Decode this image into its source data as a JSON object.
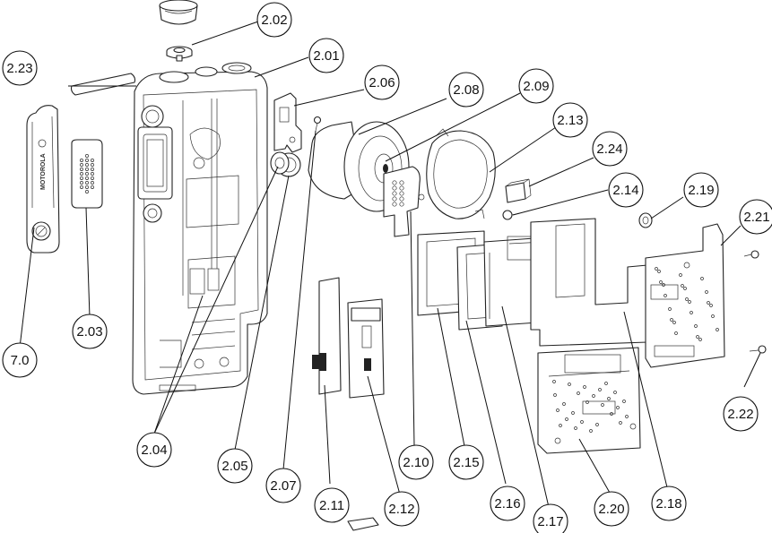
{
  "diagram": {
    "callouts": [
      {
        "id": "2.01",
        "label": "2.01"
      },
      {
        "id": "2.02",
        "label": "2.02"
      },
      {
        "id": "2.03",
        "label": "2.03"
      },
      {
        "id": "2.04",
        "label": "2.04"
      },
      {
        "id": "2.05",
        "label": "2.05"
      },
      {
        "id": "2.06",
        "label": "2.06"
      },
      {
        "id": "2.07",
        "label": "2.07"
      },
      {
        "id": "2.08",
        "label": "2.08"
      },
      {
        "id": "2.09",
        "label": "2.09"
      },
      {
        "id": "2.10",
        "label": "2.10"
      },
      {
        "id": "2.11",
        "label": "2.11"
      },
      {
        "id": "2.12",
        "label": "2.12"
      },
      {
        "id": "2.13",
        "label": "2.13"
      },
      {
        "id": "2.14",
        "label": "2.14"
      },
      {
        "id": "2.15",
        "label": "2.15"
      },
      {
        "id": "2.16",
        "label": "2.16"
      },
      {
        "id": "2.17",
        "label": "2.17"
      },
      {
        "id": "2.18",
        "label": "2.18"
      },
      {
        "id": "2.19",
        "label": "2.19"
      },
      {
        "id": "2.20",
        "label": "2.20"
      },
      {
        "id": "2.21",
        "label": "2.21"
      },
      {
        "id": "2.22",
        "label": "2.22"
      },
      {
        "id": "2.23",
        "label": "2.23"
      },
      {
        "id": "2.24",
        "label": "2.24"
      },
      {
        "id": "7.0",
        "label": "7.0"
      }
    ],
    "logo_text": "MOTOROLA"
  }
}
